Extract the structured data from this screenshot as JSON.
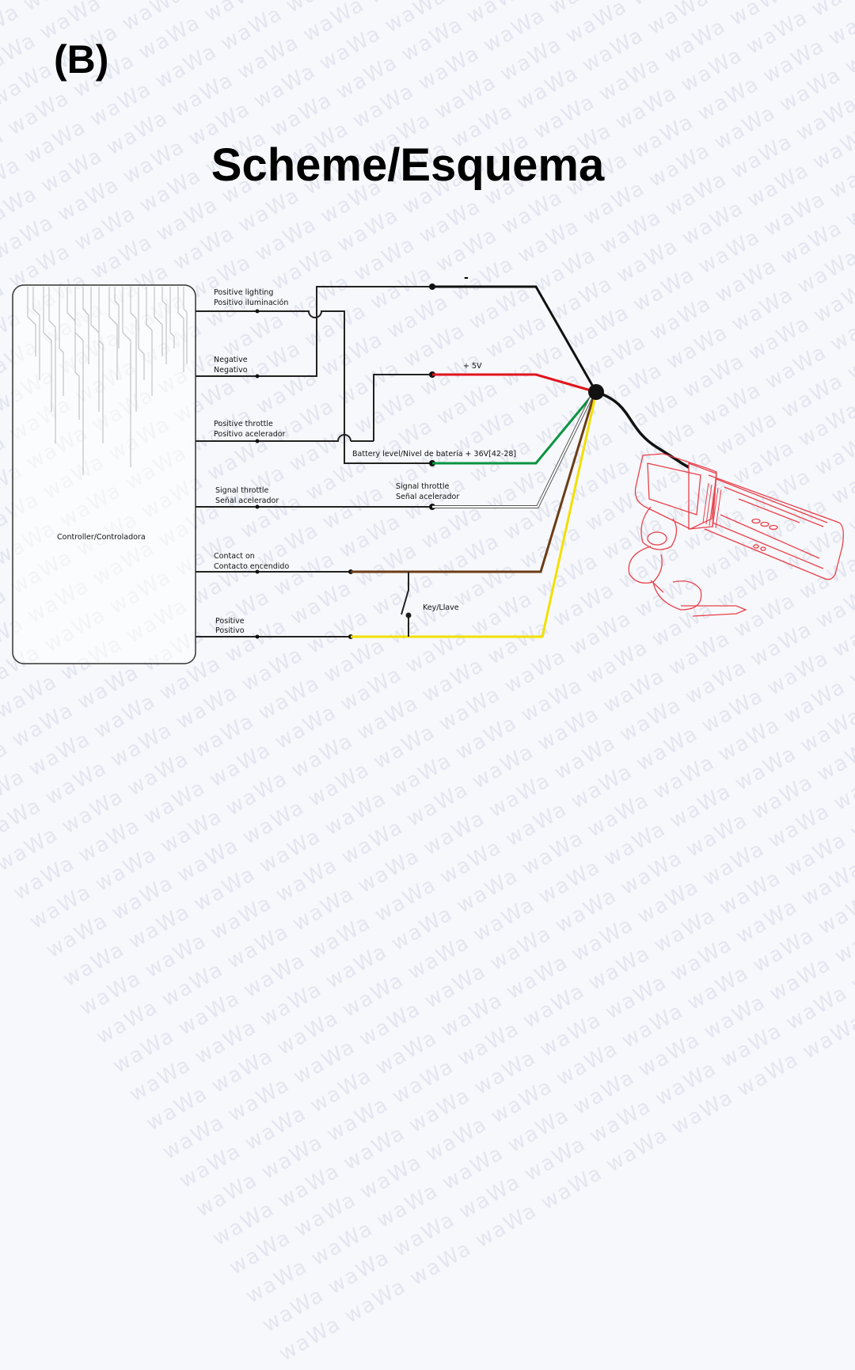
{
  "panel_label": "(B)",
  "title": "Scheme/Esquema",
  "watermark": "waWa",
  "controller": {
    "label": "Controller/Controladora"
  },
  "controller_terminals": [
    {
      "id": "positive_lighting",
      "line1": "Positive lighting",
      "line2": "Positivo iluminación"
    },
    {
      "id": "negative",
      "line1": "Negative",
      "line2": "Negativo"
    },
    {
      "id": "positive_throttle",
      "line1": "Positive throttle",
      "line2": "Positivo acelerador"
    },
    {
      "id": "signal_throttle",
      "line1": "Signal throttle",
      "line2": "Señal acelerador"
    },
    {
      "id": "contact_on",
      "line1": "Contact on",
      "line2": "Contacto encendido"
    },
    {
      "id": "positive",
      "line1": "Positive",
      "line2": "Positivo"
    }
  ],
  "throttle_wires": [
    {
      "id": "negative",
      "label": "-",
      "color": "#111111"
    },
    {
      "id": "plus_5v",
      "label": "+ 5V",
      "color": "#e0141e"
    },
    {
      "id": "battery_level",
      "label": "Battery level/Nivel de batería  +  36V[42-28]",
      "color": "#0a9440"
    },
    {
      "id": "signal_throttle",
      "label_line1": "Signal throttle",
      "label_line2": "Señal acelerador",
      "color": "#ffffff"
    },
    {
      "id": "contact",
      "label": "",
      "color": "#6b3d16"
    },
    {
      "id": "positive",
      "label": "",
      "color": "#f2e000"
    }
  ],
  "key_switch": {
    "label": "Key/Llave"
  },
  "colors": {
    "wire_black": "#111111",
    "wire_red": "#e0141e",
    "wire_green": "#0a9440",
    "wire_brown": "#6b3d16",
    "wire_yellow": "#f2e000",
    "throttle_drawing": "#e8404a"
  }
}
